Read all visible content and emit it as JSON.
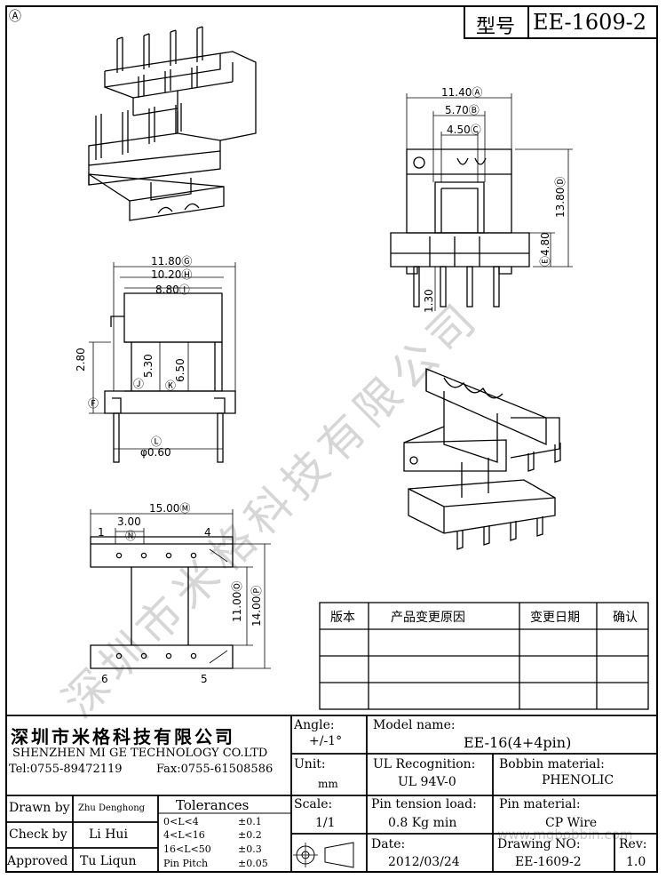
{
  "corner_mark": "Ⓐ",
  "model_box": {
    "label": "型号",
    "value": "EE-1609-2"
  },
  "dims": {
    "a": "11.40",
    "a_mark": "Ⓐ",
    "b": "5.70",
    "b_mark": "Ⓑ",
    "c": "4.50",
    "c_mark": "Ⓒ",
    "d": "13.80",
    "d_mark": "Ⓓ",
    "e": "4.80",
    "e_mark": "Ⓔ",
    "pin_len": "1.30",
    "g": "11.80",
    "g_mark": "Ⓖ",
    "h": "10.20",
    "h_mark": "Ⓗ",
    "i": "8.80",
    "i_mark": "Ⓘ",
    "f": "2.80",
    "f_mark": "Ⓕ",
    "j": "5.30",
    "j_mark": "Ⓙ",
    "k": "6.50",
    "k_mark": "Ⓚ",
    "l_mark": "Ⓛ",
    "l": "φ0.60",
    "m": "15.00",
    "m_mark": "Ⓜ",
    "n": "3.00",
    "n_mark": "Ⓝ",
    "o": "11.00",
    "o_mark": "Ⓞ",
    "p": "14.00",
    "p_mark": "Ⓟ",
    "pin1": "1",
    "pin4": "4",
    "pin6": "6",
    "pin5": "5"
  },
  "revision_table": {
    "headers": [
      "版本",
      "产品变更原因",
      "变更日期",
      "确认"
    ],
    "rows": [
      [
        "",
        "",
        "",
        ""
      ],
      [
        "",
        "",
        "",
        ""
      ],
      [
        "",
        "",
        "",
        ""
      ]
    ]
  },
  "company": {
    "name_cn": "深圳市米格科技有限公司",
    "name_en": "SHENZHEN  MI GE TECHNOLOGY  CO.LTD",
    "tel": "Tel:0755-89472119",
    "fax": "Fax:0755-61508586"
  },
  "title_block": {
    "angle_label": "Angle:",
    "angle_value": "+/-1°",
    "unit_label": "Unit:",
    "unit_value": "mm",
    "scale_label": "Scale:",
    "scale_value": "1/1",
    "model_label": "Model name:",
    "model_value": "EE-16(4+4pin)",
    "ul_label": "UL Recognition:",
    "ul_value": "UL 94V-0",
    "bobbin_label": "Bobbin material:",
    "bobbin_value": "PHENOLIC",
    "tension_label": "Pin tension load:",
    "tension_value": "0.8 Kg min",
    "pin_mat_label": "Pin material:",
    "pin_mat_value": "CP Wire",
    "date_label": "Date:",
    "date_value": "2012/03/24",
    "drawing_label": "Drawing NO:",
    "drawing_value": "EE-1609-2",
    "rev_label": "Rev:",
    "rev_value": "1.0",
    "drawn_label": "Drawn by",
    "drawn_value": "Zhu Denghong",
    "check_label": "Check by",
    "check_value": "Li Hui",
    "approved_label": "Approved",
    "approved_value": "Tu Liqun",
    "tol_title": "Tolerances",
    "tol_rows": [
      [
        "0<L<4",
        "±0.1"
      ],
      [
        "4<L<16",
        "±0.2"
      ],
      [
        "16<L<50",
        "±0.3"
      ],
      [
        "Pin Pitch",
        "±0.05"
      ]
    ]
  },
  "watermark": {
    "text": "深圳市米格科技有限公司",
    "url": "www.mgbobbin.com"
  }
}
